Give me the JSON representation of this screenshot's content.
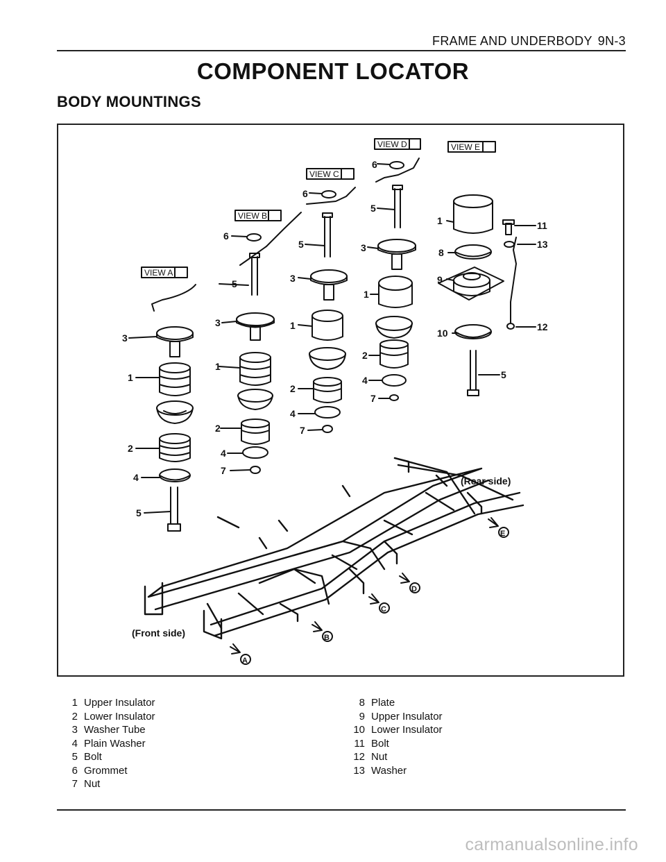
{
  "header": {
    "section": "FRAME AND UNDERBODY",
    "page": "9N-3"
  },
  "title": "COMPONENT LOCATOR",
  "subtitle": "BODY MOUNTINGS",
  "figure": {
    "views": [
      "VIEW A",
      "VIEW B",
      "VIEW C",
      "VIEW D",
      "VIEW E"
    ],
    "front_label": "(Front side)",
    "rear_label": "(Rear side)",
    "arrows": [
      "A",
      "B",
      "C",
      "D",
      "E"
    ],
    "callouts": {
      "a": [
        "3",
        "1",
        "2",
        "4",
        "5"
      ],
      "b": [
        "6",
        "5",
        "3",
        "1",
        "2",
        "4",
        "7"
      ],
      "c": [
        "6",
        "5",
        "3",
        "1",
        "2",
        "4",
        "7"
      ],
      "d": [
        "6",
        "5",
        "3",
        "1",
        "2",
        "4",
        "7"
      ],
      "e": [
        "1",
        "8",
        "9",
        "10",
        "11",
        "13",
        "12",
        "5"
      ]
    }
  },
  "legend_left": [
    {
      "num": "1",
      "text": "Upper Insulator"
    },
    {
      "num": "2",
      "text": "Lower Insulator"
    },
    {
      "num": "3",
      "text": "Washer Tube"
    },
    {
      "num": "4",
      "text": "Plain Washer"
    },
    {
      "num": "5",
      "text": "Bolt"
    },
    {
      "num": "6",
      "text": "Grommet"
    },
    {
      "num": "7",
      "text": "Nut"
    }
  ],
  "legend_right": [
    {
      "num": "8",
      "text": "Plate"
    },
    {
      "num": "9",
      "text": "Upper Insulator"
    },
    {
      "num": "10",
      "text": "Lower Insulator"
    },
    {
      "num": "11",
      "text": "Bolt"
    },
    {
      "num": "12",
      "text": "Nut"
    },
    {
      "num": "13",
      "text": "Washer"
    }
  ],
  "watermark": "carmanualsonline.info"
}
